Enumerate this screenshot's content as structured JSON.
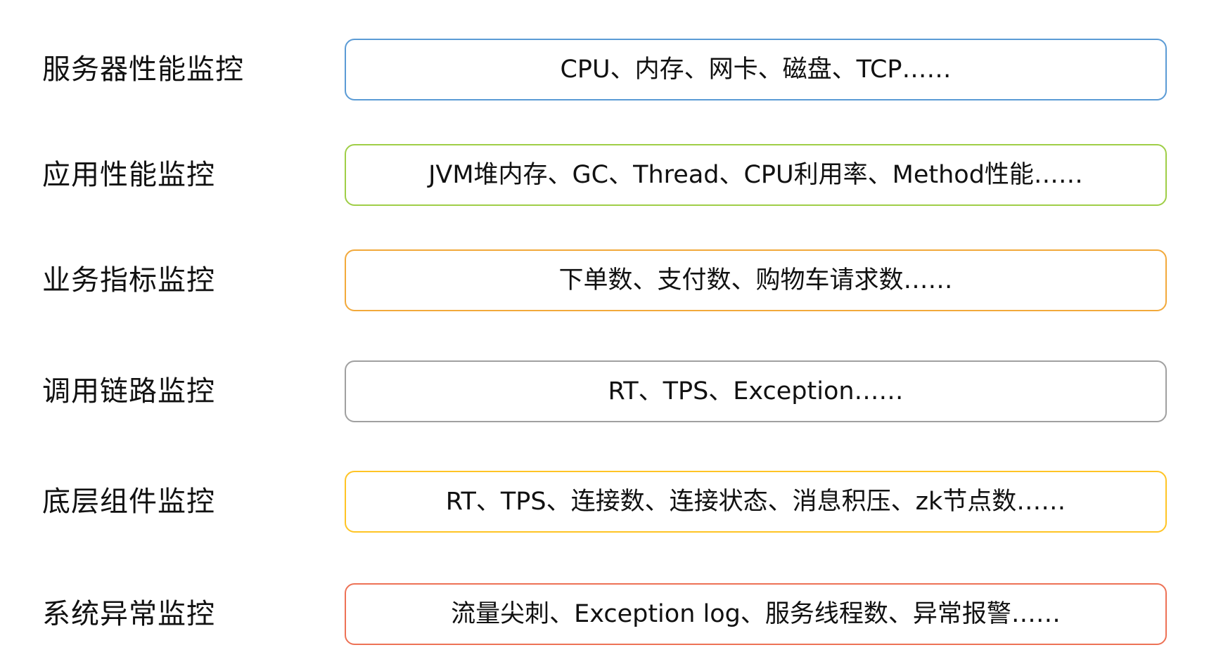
{
  "rows": [
    {
      "label": "服务器性能监控",
      "detail": "CPU、内存、网卡、磁盘、TCP……",
      "border_color": "#5b9bd5"
    },
    {
      "label": "应用性能监控",
      "detail": "JVM堆内存、GC、Thread、CPU利用率、Method性能……",
      "border_color": "#9fce47"
    },
    {
      "label": "业务指标监控",
      "detail": "下单数、支付数、购物车请求数……",
      "border_color": "#f2a93b"
    },
    {
      "label": "调用链路监控",
      "detail": "RT、TPS、Exception……",
      "border_color": "#a0a0a0"
    },
    {
      "label": "底层组件监控",
      "detail": "RT、TPS、连接数、连接状态、消息积压、zk节点数……",
      "border_color": "#ffc425"
    },
    {
      "label": "系统异常监控",
      "detail": "流量尖刺、Exception log、服务线程数、异常报警……",
      "border_color": "#ed7256"
    }
  ]
}
